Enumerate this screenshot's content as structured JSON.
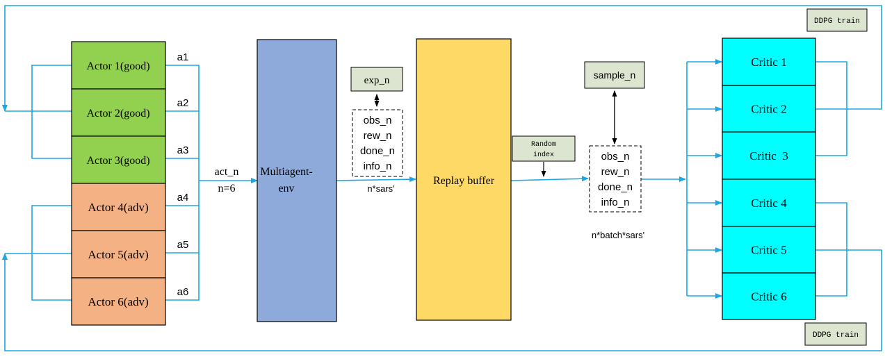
{
  "colors": {
    "line": "#1aa7e6",
    "good_actor": "#92d050",
    "adv_actor": "#f4b183",
    "env": "#8eaadb",
    "buffer": "#ffd966",
    "critic": "#00ffff",
    "label_box": "#dce5d0",
    "border": "#000000"
  },
  "actors": [
    {
      "label": "Actor 1(good)",
      "action": "a1",
      "kind": "good"
    },
    {
      "label": "Actor 2(good)",
      "action": "a2",
      "kind": "good"
    },
    {
      "label": "Actor 3(good)",
      "action": "a3",
      "kind": "good"
    },
    {
      "label": "Actor 4(adv)",
      "action": "a4",
      "kind": "adv"
    },
    {
      "label": "Actor 5(adv)",
      "action": "a5",
      "kind": "adv"
    },
    {
      "label": "Actor 6(adv)",
      "action": "a6",
      "kind": "adv"
    }
  ],
  "act_n": {
    "line1": "act_n",
    "line2": "n=6"
  },
  "env": {
    "line1": "Multiagent-",
    "line2": "env"
  },
  "exp_n": "exp_n",
  "transition_fields": [
    "obs_n",
    "rew_n",
    "done_n",
    "info_n"
  ],
  "env_output": "n*sars'",
  "replay_buffer": "Replay buffer",
  "random_index": {
    "line1": "Random",
    "line2": "index"
  },
  "sample_n": "sample_n",
  "batch_fields": [
    "obs_n",
    "rew_n",
    "done_n",
    "info_n"
  ],
  "batch_output": "n*batch*sars'",
  "critics": [
    "Critic 1",
    "Critic 2",
    "Critic  3",
    "Critic 4",
    "Critic 5",
    "Critic 6"
  ],
  "ddpg_top": "DDPG train",
  "ddpg_bottom": "DDPG train"
}
